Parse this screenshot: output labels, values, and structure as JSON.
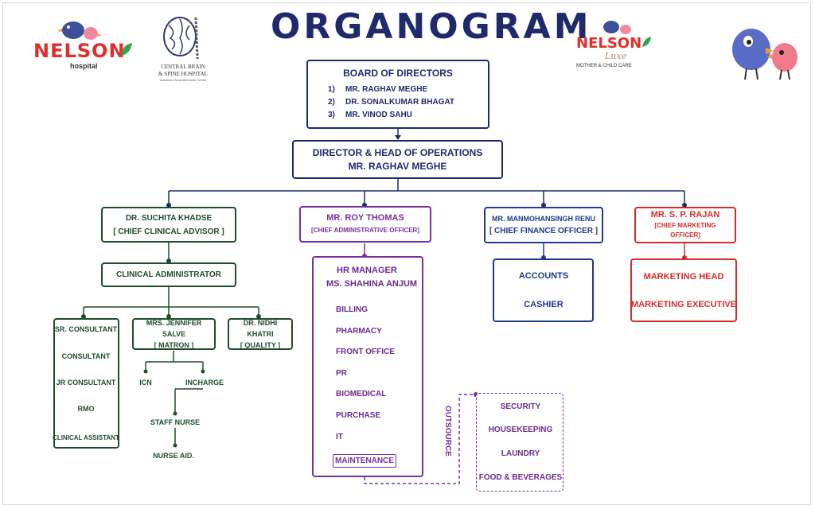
{
  "title": "ORGANOGRAM",
  "logos": {
    "nelson_hospital": {
      "brand": "NELSON",
      "sub": "hospital",
      "colors": {
        "brand": "#e0302d",
        "leaf": "#3aa14a",
        "bird_blue": "#3d4f9a",
        "bird_pink": "#f08aa0"
      }
    },
    "central_brain": {
      "line1": "CENTRAL BRAIN",
      "line2": "& SPINE HOSPITAL",
      "line3": "Advanced Neurosciences Centre"
    },
    "nelson_luxe": {
      "brand": "NELSON",
      "script": "Luxe",
      "sub": "MOTHER & CHILD CARE"
    },
    "birds_illustration": {
      "icon": "two-birds-icon"
    }
  },
  "board": {
    "title": "BOARD OF DIRECTORS",
    "members": [
      {
        "num": "1)",
        "name": "MR. RAGHAV MEGHE"
      },
      {
        "num": "2)",
        "name": "DR. SONALKUMAR BHAGAT"
      },
      {
        "num": "3)",
        "name": "MR. VINOD SAHU"
      }
    ]
  },
  "director": {
    "line1": "DIRECTOR & HEAD OF OPERATIONS",
    "line2": "MR. RAGHAV MEGHE"
  },
  "clinical": {
    "name": "DR. SUCHITA KHADSE",
    "role": "[ CHIEF CLINICAL ADVISOR ]",
    "admin": "CLINICAL ADMINISTRATOR",
    "chain": [
      "SR. CONSULTANT",
      "CONSULTANT",
      "JR CONSULTANT",
      "RMO",
      "CLINICAL ASSISTANT"
    ],
    "matron": {
      "name": "MRS. JENNIFER SALVE",
      "role": "[ MATRON ]",
      "icn": "ICN",
      "incharge": "INCHARGE",
      "staff_nurse": "STAFF NURSE",
      "nurse_aid": "NURSE AID."
    },
    "quality": {
      "name": "DR. NIDHI KHATRI",
      "role": "[ QUALITY ]"
    }
  },
  "admin": {
    "name": "MR. ROY THOMAS",
    "role": "[CHIEF ADMINISTRATIVE OFFICER]",
    "hr_title": "HR MANAGER",
    "hr_name": "MS. SHAHINA ANJUM",
    "depts": [
      "BILLING",
      "PHARMACY",
      "FRONT OFFICE",
      "PR",
      "BIOMEDICAL",
      "PURCHASE",
      "IT"
    ],
    "maintenance": "MAINTENANCE",
    "outsource_label": "OUTSOURCE",
    "outsourced": [
      "SECURITY",
      "HOUSEKEEPING",
      "LAUNDRY",
      "FOOD & BEVERAGES"
    ]
  },
  "finance": {
    "name": "MR. MANMOHANSINGH RENU",
    "role": "[ CHIEF FINANCE OFFICER ]",
    "items": [
      "ACCOUNTS",
      "CASHIER"
    ]
  },
  "marketing": {
    "name": "MR. S. P. RAJAN",
    "role_line1": "[CHIEF MARKETING",
    "role_line2": "OFFICER]",
    "items": [
      "MARKETING HEAD",
      "MARKETING EXECUTIVE"
    ]
  },
  "colors": {
    "navy": "#1e2a6b",
    "green": "#1f4d2a",
    "purple": "#7a2ea0",
    "blue": "#1e3a8a",
    "red": "#d62b2b"
  }
}
